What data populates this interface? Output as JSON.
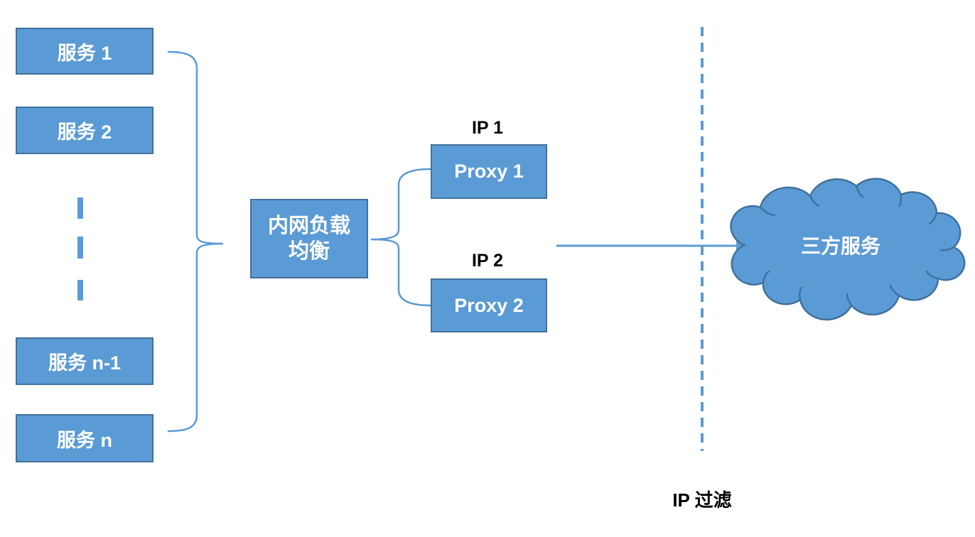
{
  "diagram": {
    "title": "internal-load-balancer-proxy-architecture",
    "services": [
      {
        "label": "服务 1"
      },
      {
        "label": "服务 2"
      },
      {
        "label": "服务 n-1"
      },
      {
        "label": "服务 n"
      }
    ],
    "ellipsis": "vertical-dashes-between-service-2-and-service-n-1",
    "load_balancer": {
      "label": "内网负载均衡"
    },
    "proxies": [
      {
        "ip_label": "IP 1",
        "label": "Proxy 1"
      },
      {
        "ip_label": "IP 2",
        "label": "Proxy 2"
      }
    ],
    "cloud": {
      "label": "三方服务"
    },
    "filter_line_label": "IP 过滤",
    "colors": {
      "shape_fill": "#5b9bd5",
      "shape_border": "#41719c",
      "connector_line": "#5b9bd5",
      "shape_text": "#ffffff",
      "annotation_text": "#000000",
      "background": "#ffffff"
    }
  }
}
